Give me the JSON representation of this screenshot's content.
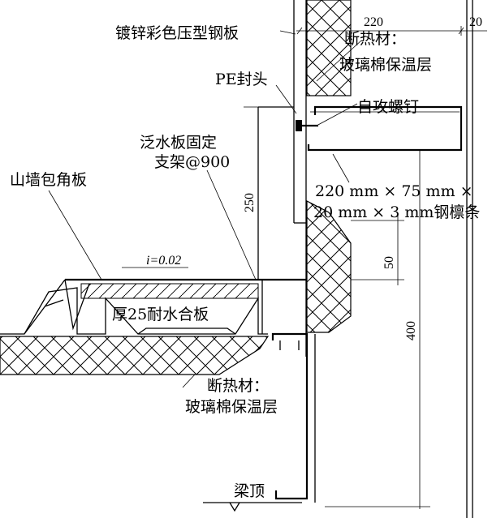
{
  "labels": {
    "steel_sheet": "镀锌彩色压型钢板",
    "insulation_top_1": "断热材：",
    "insulation_top_2": "玻璃棉保温层",
    "pe_cap": "PE封头",
    "self_tapping_screw": "自攻螺钉",
    "flashing_bracket_1": "泛水板固定",
    "flashing_bracket_2": "支架@900",
    "gable_corner": "山墙包角板",
    "purlin_1": "220 mm × 75 mm ×",
    "purlin_2": "20 mm × 3 mm钢檩条",
    "slope": "i=0.02",
    "plywood": "厚25耐水合板",
    "insulation_bottom_1": "断热材：",
    "insulation_bottom_2": "玻璃棉保温层",
    "beam_top": "梁顶"
  },
  "dimensions": {
    "top_width": "220",
    "top_edge": "20",
    "flashing_height": "250",
    "step": "50",
    "total_height": "400"
  }
}
